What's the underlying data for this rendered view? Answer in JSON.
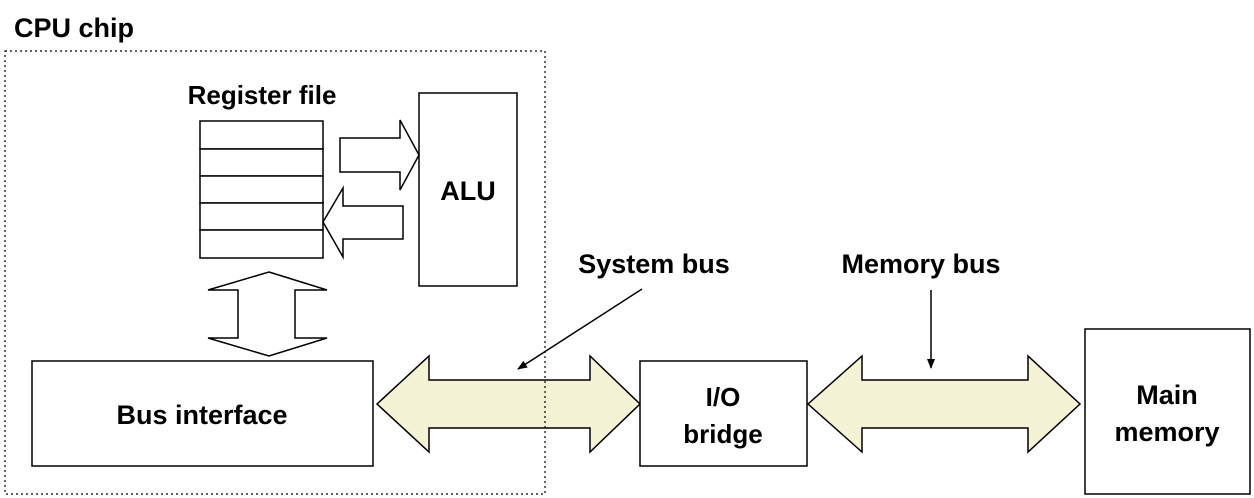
{
  "cpu_chip": {
    "label": "CPU chip"
  },
  "register_file": {
    "label": "Register file",
    "register_count": 5
  },
  "alu": {
    "label": "ALU"
  },
  "bus_interface": {
    "label": "Bus interface"
  },
  "io_bridge": {
    "label_line1": "I/O",
    "label_line2": "bridge"
  },
  "main_memory": {
    "label_line1": "Main",
    "label_line2": "memory"
  },
  "system_bus": {
    "label": "System bus"
  },
  "memory_bus": {
    "label": "Memory bus"
  },
  "colors": {
    "bus_fill": "#f5f3d6",
    "stroke": "#000000",
    "background": "#ffffff"
  }
}
